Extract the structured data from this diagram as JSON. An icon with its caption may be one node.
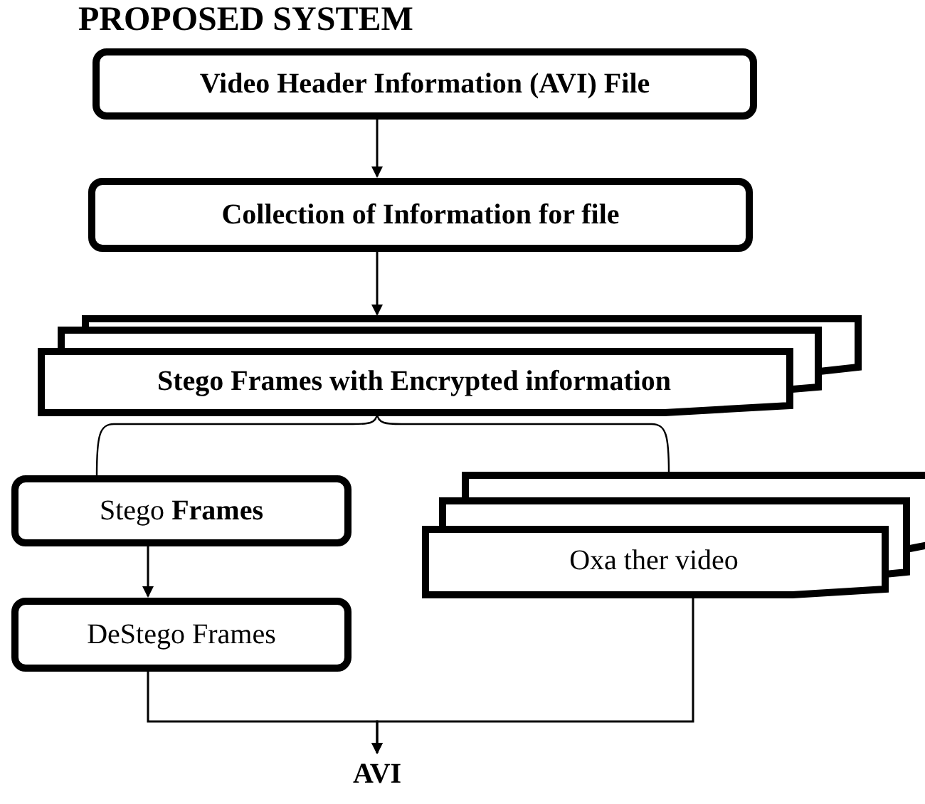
{
  "diagram": {
    "title": "PROPOSED SYSTEM",
    "nodes": [
      {
        "text": [
          "Video Header Information (AVI) File"
        ]
      },
      {
        "text": [
          "Collection of Information for file"
        ]
      },
      {
        "text": [
          "Stego Frames with Encrypted information"
        ]
      },
      {
        "text": [
          "Stego **Frames**"
        ]
      },
      {
        "text": [
          "Oxa ther video"
        ]
      },
      {
        "text": [
          "DeStego Frames"
        ]
      },
      {
        "text": [
          "AVI"
        ]
      }
    ],
    "edges": [
      {
        "from": 0,
        "to": 1,
        "arrow": "to"
      },
      {
        "from": 1,
        "to": 2,
        "arrow": "to"
      },
      {
        "from": 2,
        "to": 3,
        "arrow": "none"
      },
      {
        "from": 2,
        "to": 4,
        "arrow": "none"
      },
      {
        "from": 3,
        "to": 5,
        "arrow": "to"
      },
      {
        "from": 5,
        "to": 6,
        "arrow": "to"
      },
      {
        "from": 4,
        "to": 6,
        "arrow": "to"
      }
    ]
  }
}
